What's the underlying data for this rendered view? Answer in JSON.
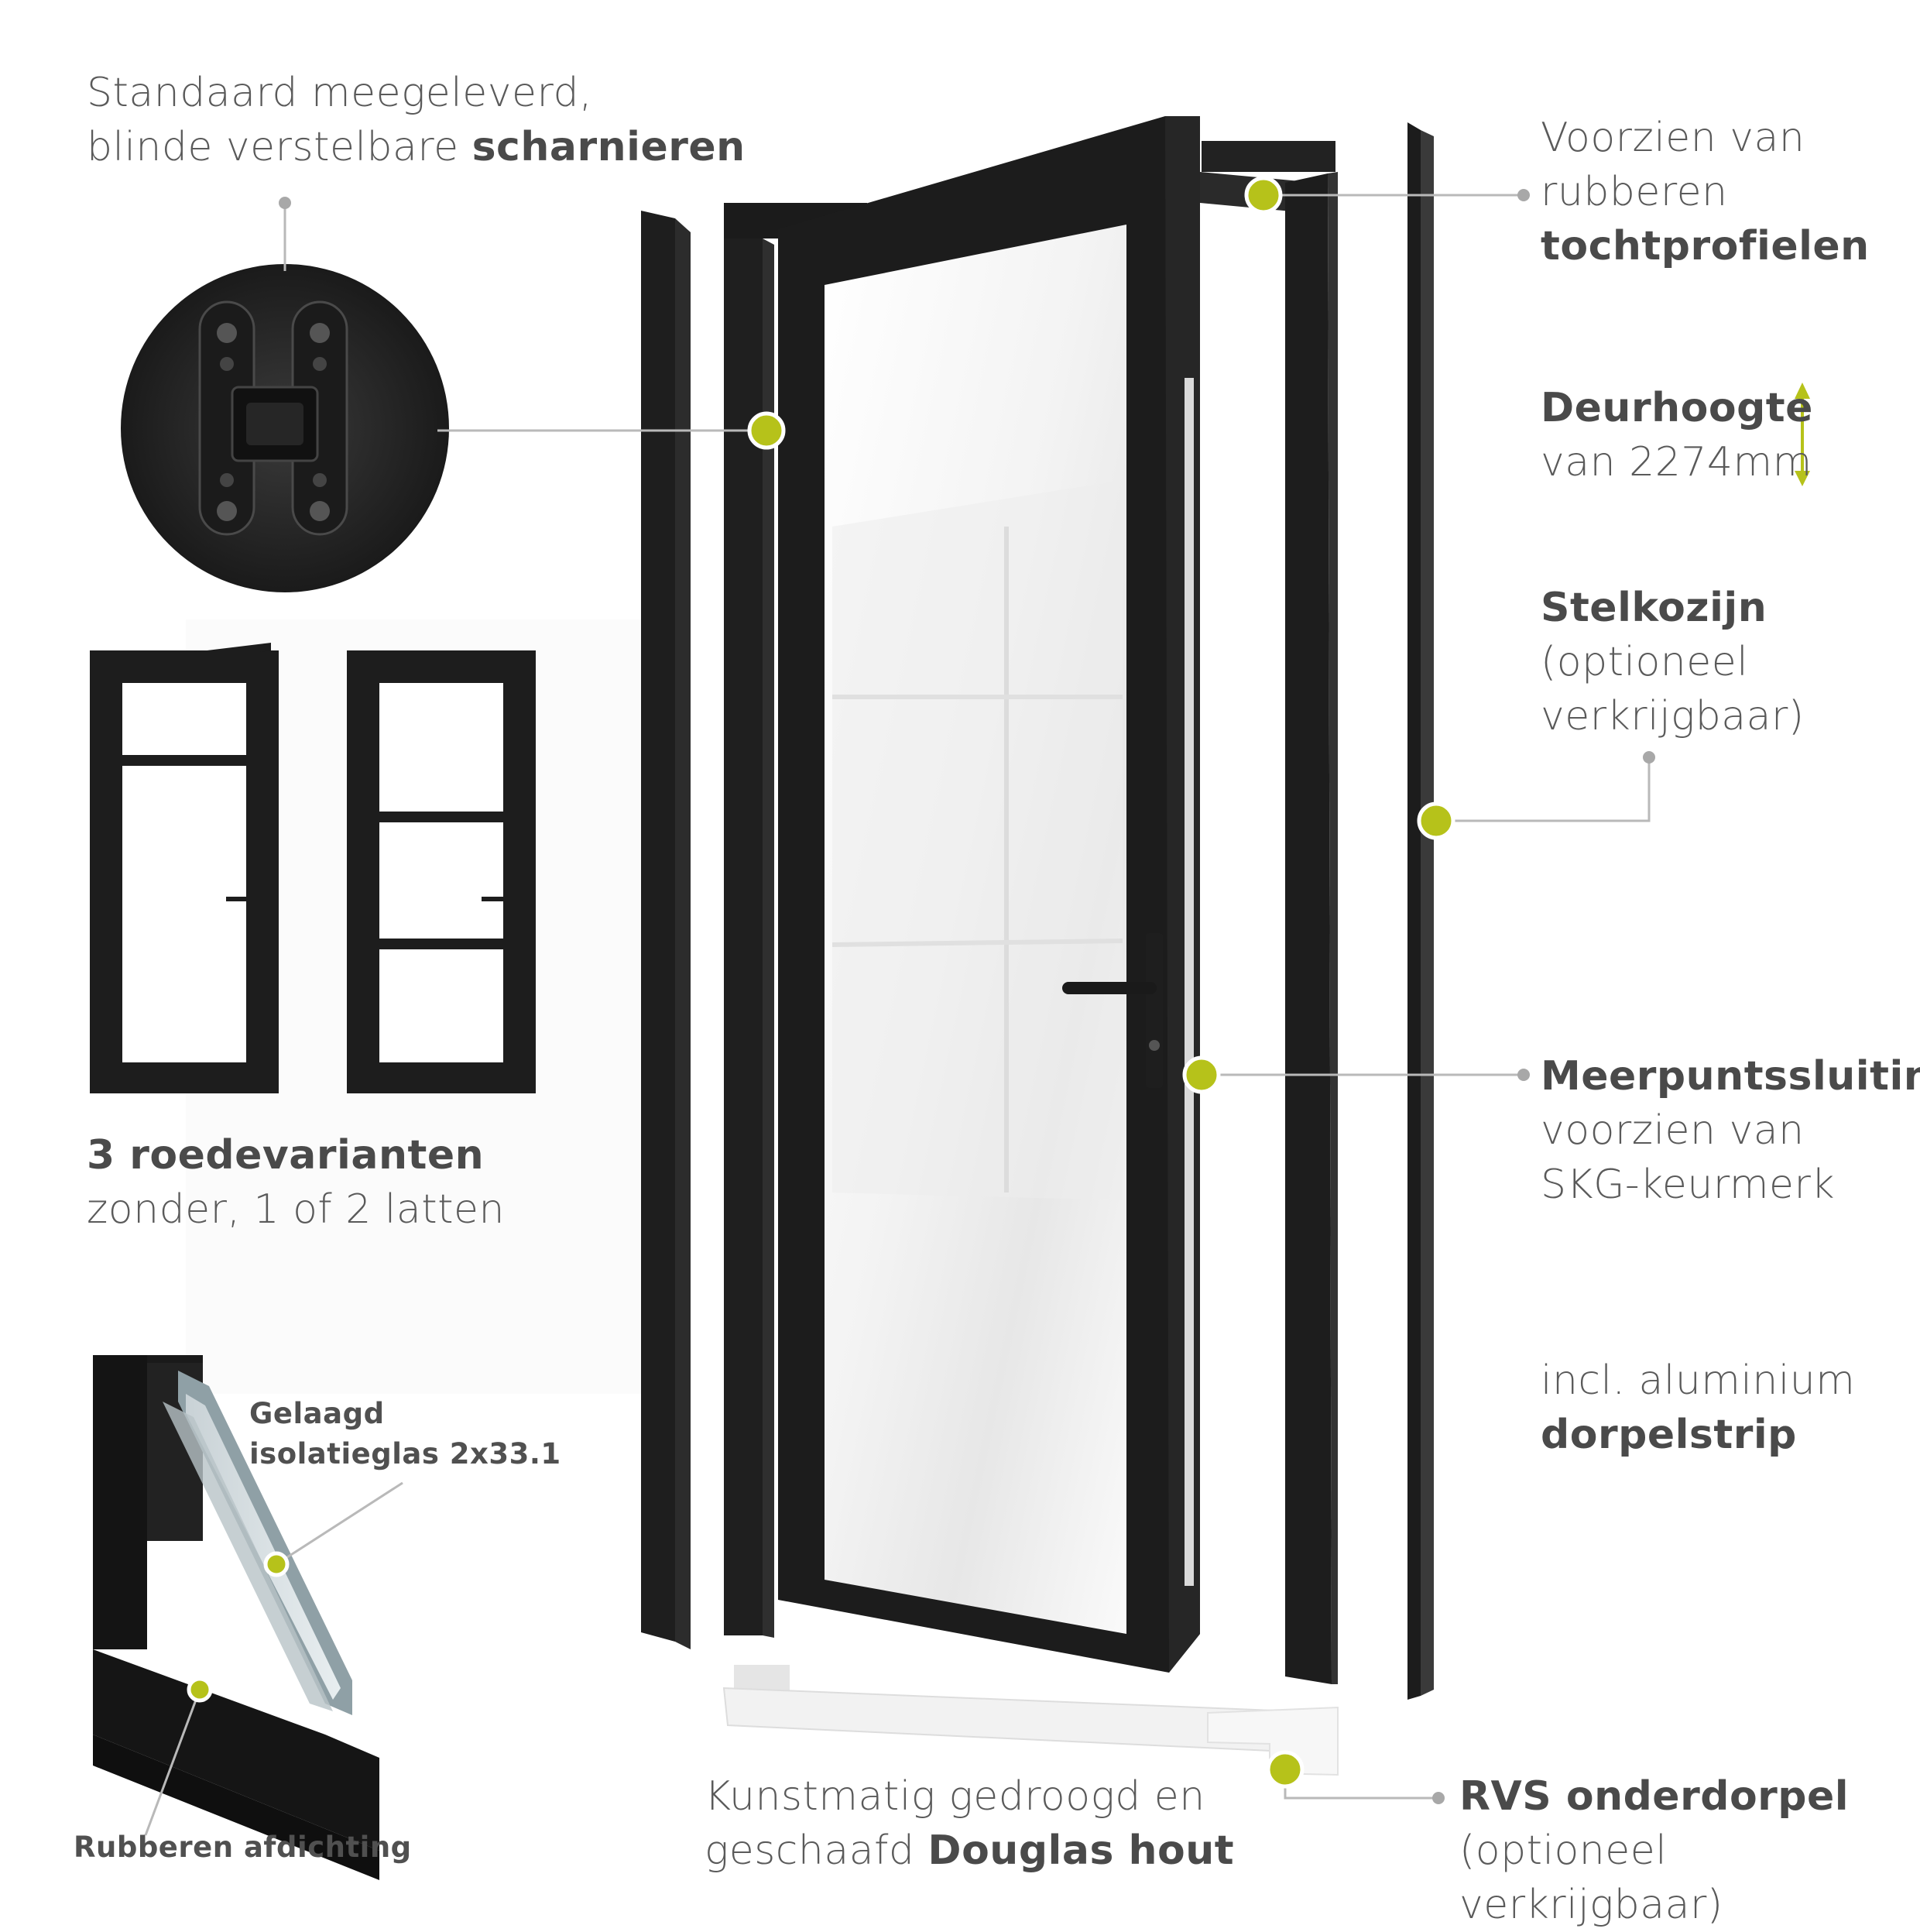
{
  "callouts": {
    "hinges": {
      "line1": "Standaard meegeleverd,",
      "line2_prefix": "blinde verstelbare ",
      "line2_bold": "scharnieren"
    },
    "draft_profiles": {
      "line1": "Voorzien van",
      "line2": "rubberen",
      "line3_bold": "tochtprofielen"
    },
    "door_height": {
      "line1_bold": "Deurhoogte",
      "line2": "van 2274mm"
    },
    "frame": {
      "line1_bold": "Stelkozijn",
      "line2": "(optioneel",
      "line3": "verkrijgbaar)"
    },
    "lock": {
      "line1_bold": "Meerpuntssluiting",
      "line2": "voorzien van",
      "line3": "SKG-keurmerk"
    },
    "threshold_strip": {
      "line1": "incl. aluminium",
      "line2_bold": "dorpelstrip"
    },
    "variants": {
      "line1_bold": "3 roedevarianten",
      "line2": "zonder, 1 of 2 latten"
    },
    "glass": {
      "line1": "Gelaagd",
      "line2": "isolatieglas 2x33.1"
    },
    "seal": {
      "label": "Rubberen afdichting"
    },
    "wood": {
      "line1": "Kunstmatig gedroogd en",
      "line2_prefix": "geschaafd ",
      "line2_bold": "Douglas hout"
    },
    "sill": {
      "line1_bold": "RVS onderdorpel",
      "line2": "(optioneel verkrijgbaar)"
    }
  },
  "colors": {
    "accent": "#b6c21a",
    "frame": "#1f1f1f",
    "leader": "#b9b9b9",
    "text": "#5a5a5a"
  },
  "icons": [
    "vertical-double-arrow-icon",
    "hinge-closeup-image",
    "door-variant-image",
    "glass-profile-section-image"
  ]
}
